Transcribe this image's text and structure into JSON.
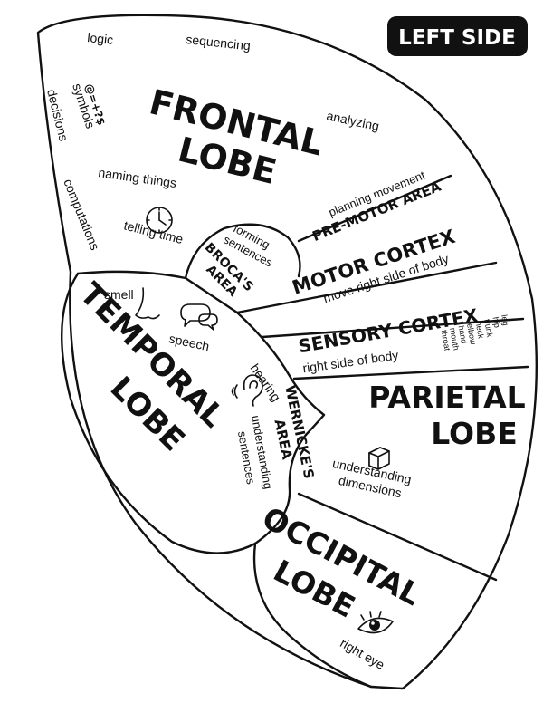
{
  "badge": {
    "label": "LEFT SIDE"
  },
  "frontal": {
    "title_line1": "FRONTAL",
    "title_line2": "LOBE",
    "notes": {
      "logic": "logic",
      "sequencing": "sequencing",
      "symbols_glyphs": "@=+?$",
      "symbols": "symbols",
      "decisions": "decisions",
      "analyzing": "analyzing",
      "naming_things": "naming things",
      "computations": "computations",
      "telling_time": "telling time"
    }
  },
  "broca": {
    "title_line1": "BROCA'S",
    "title_line2": "AREA",
    "note_line1": "forming",
    "note_line2": "sentences"
  },
  "premotor": {
    "note": "planning movement",
    "title": "PRE-MOTOR AREA"
  },
  "motor": {
    "title": "MOTOR CORTEX",
    "note": "move right side of body"
  },
  "sensory": {
    "title": "SENSORY CORTEX",
    "note": "right side of body",
    "parts": [
      "leg",
      "hip",
      "trunk",
      "neck",
      "elbow",
      "hand",
      "mouth",
      "throat"
    ]
  },
  "temporal": {
    "title_line1": "TEMPORAL",
    "title_line2": "LOBE",
    "notes": {
      "smell": "smell",
      "speech": "speech",
      "hearing": "hearing"
    }
  },
  "wernicke": {
    "title_line1": "WERNICKE'S",
    "title_line2": "AREA",
    "note_line1": "understanding",
    "note_line2": "sentences"
  },
  "parietal": {
    "title_line1": "PARIETAL",
    "title_line2": "LOBE",
    "note_line1": "understanding",
    "note_line2": "dimensions"
  },
  "occipital": {
    "title_line1": "OCCIPITAL",
    "title_line2": "LOBE",
    "note": "right eye"
  }
}
